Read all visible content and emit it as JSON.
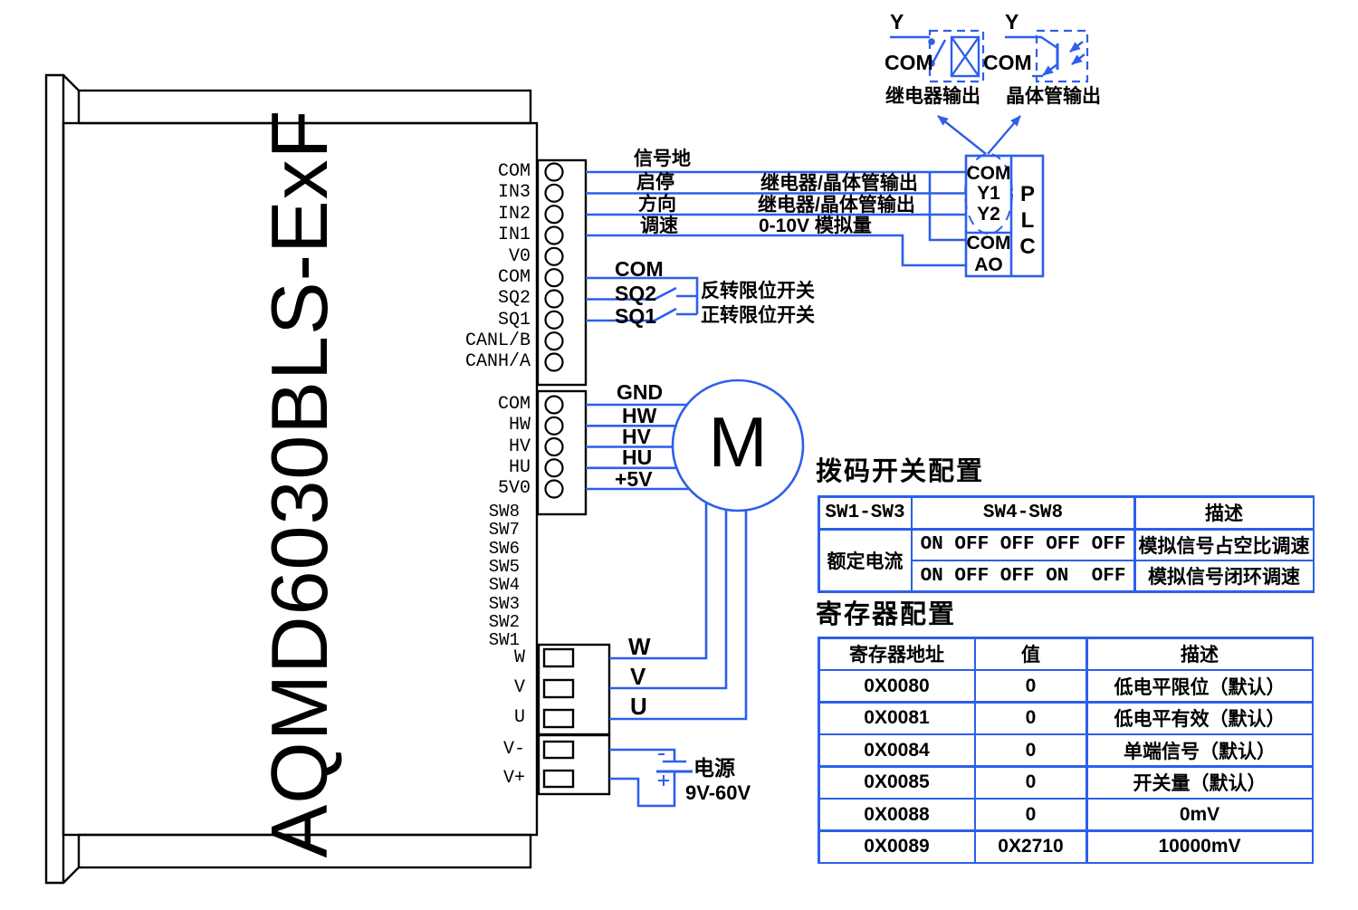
{
  "device": {
    "model": "AQMD6030BLS-ExF",
    "block1_terminals": [
      "COM",
      "IN3",
      "IN2",
      "IN1",
      "V0",
      "COM",
      "SQ2",
      "SQ1",
      "CANL/B",
      "CANH/A"
    ],
    "block2_terminals": [
      "COM",
      "HW",
      "HV",
      "HU",
      "5V0"
    ],
    "dip_switch_labels": [
      "SW8",
      "SW7",
      "SW6",
      "SW5",
      "SW4",
      "SW3",
      "SW2",
      "SW1"
    ],
    "block3_terminals": [
      "W",
      "V",
      "U"
    ],
    "block4_terminals": [
      "V-",
      "V+"
    ]
  },
  "io": {
    "ground_label": "信号地",
    "rows": [
      {
        "func": "启停",
        "type": "继电器/晶体管输出"
      },
      {
        "func": "方向",
        "type": "继电器/晶体管输出"
      },
      {
        "func": "调速",
        "type": "0-10V 模拟量"
      }
    ]
  },
  "limit": {
    "com": "COM",
    "sq2": "SQ2",
    "sq2_desc": "反转限位开关",
    "sq1": "SQ1",
    "sq1_desc": "正转限位开关"
  },
  "motor": {
    "symbol": "M",
    "hall_labels": [
      "GND",
      "HW",
      "HV",
      "HU",
      "+5V"
    ],
    "phase_labels": [
      "W",
      "V",
      "U"
    ]
  },
  "power": {
    "name": "电源",
    "range": "9V-60V"
  },
  "plc": {
    "letters": [
      "P",
      "L",
      "C"
    ],
    "top_cell": [
      "COM",
      "Y1",
      "Y2"
    ],
    "bottom_cell": [
      "COM",
      "AO"
    ]
  },
  "outputs": {
    "relay": {
      "y": "Y",
      "com": "COM",
      "caption": "继电器输出"
    },
    "transistor": {
      "y": "Y",
      "com": "COM",
      "caption": "晶体管输出"
    }
  },
  "colors": {
    "wire_blue": "#2d5feb",
    "line_black": "#000000"
  },
  "dip_table": {
    "title": "拨码开关配置",
    "headers": [
      "SW1-SW3",
      "SW4-SW8",
      "描述"
    ],
    "row_label": "额定电流",
    "rows": [
      {
        "sw": "ON OFF OFF OFF OFF",
        "desc": "模拟信号占空比调速"
      },
      {
        "sw": "ON OFF OFF ON  OFF",
        "desc": "模拟信号闭环调速"
      }
    ]
  },
  "register_table": {
    "title": "寄存器配置",
    "headers": [
      "寄存器地址",
      "值",
      "描述"
    ],
    "rows": [
      [
        "0X0080",
        "0",
        "低电平限位（默认）"
      ],
      [
        "0X0081",
        "0",
        "低电平有效（默认）"
      ],
      [
        "0X0084",
        "0",
        "单端信号（默认）"
      ],
      [
        "0X0085",
        "0",
        "开关量（默认）"
      ],
      [
        "0X0088",
        "0",
        "0mV"
      ],
      [
        "0X0089",
        "0X2710",
        "10000mV"
      ]
    ]
  }
}
